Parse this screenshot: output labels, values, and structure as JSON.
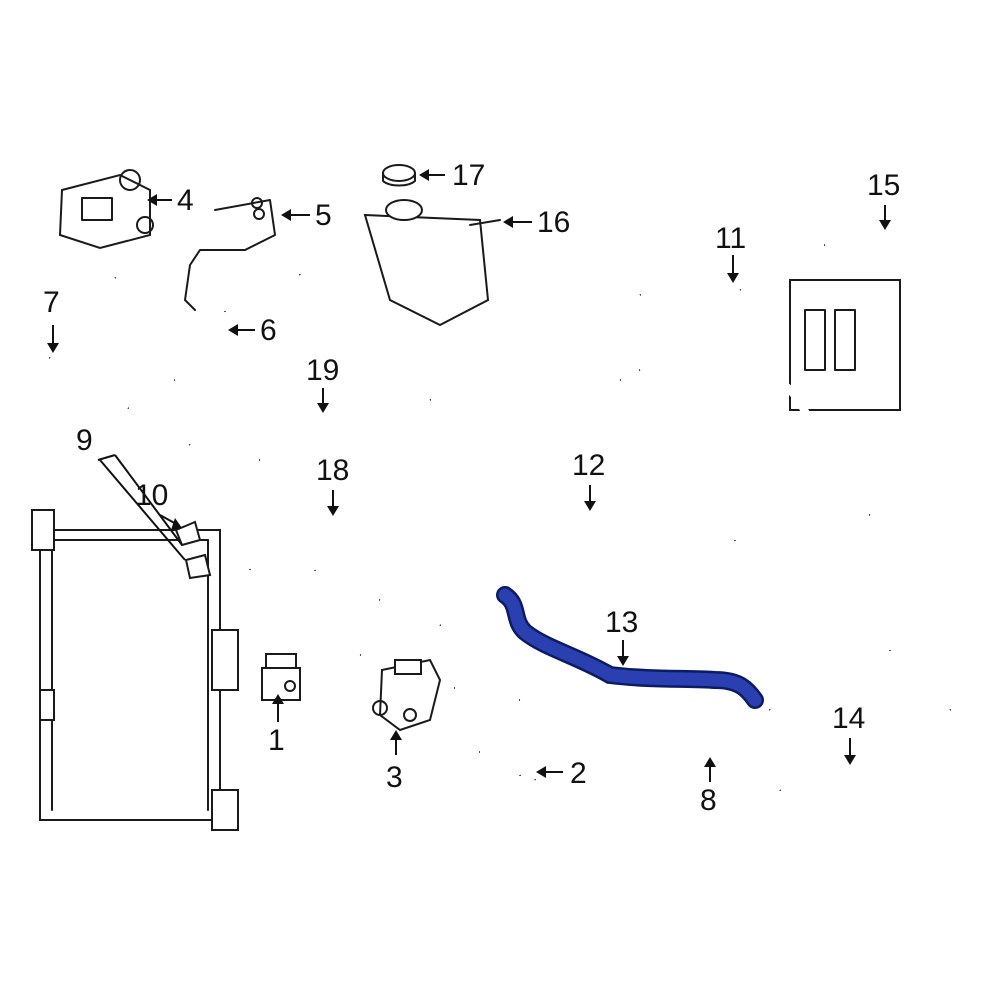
{
  "highlight_color": "#2233aa",
  "outline_color": "#1a1a1a",
  "callouts": [
    {
      "id": "1",
      "text": "1"
    },
    {
      "id": "2",
      "text": "2"
    },
    {
      "id": "3",
      "text": "3"
    },
    {
      "id": "4",
      "text": "4"
    },
    {
      "id": "5",
      "text": "5"
    },
    {
      "id": "6",
      "text": "6"
    },
    {
      "id": "7",
      "text": "7"
    },
    {
      "id": "8",
      "text": "8"
    },
    {
      "id": "9",
      "text": "9"
    },
    {
      "id": "10",
      "text": "10"
    },
    {
      "id": "11",
      "text": "11"
    },
    {
      "id": "12",
      "text": "12"
    },
    {
      "id": "13",
      "text": "13"
    },
    {
      "id": "14",
      "text": "14"
    },
    {
      "id": "15",
      "text": "15"
    },
    {
      "id": "16",
      "text": "16"
    },
    {
      "id": "17",
      "text": "17"
    },
    {
      "id": "18",
      "text": "18"
    },
    {
      "id": "19",
      "text": "19"
    }
  ]
}
